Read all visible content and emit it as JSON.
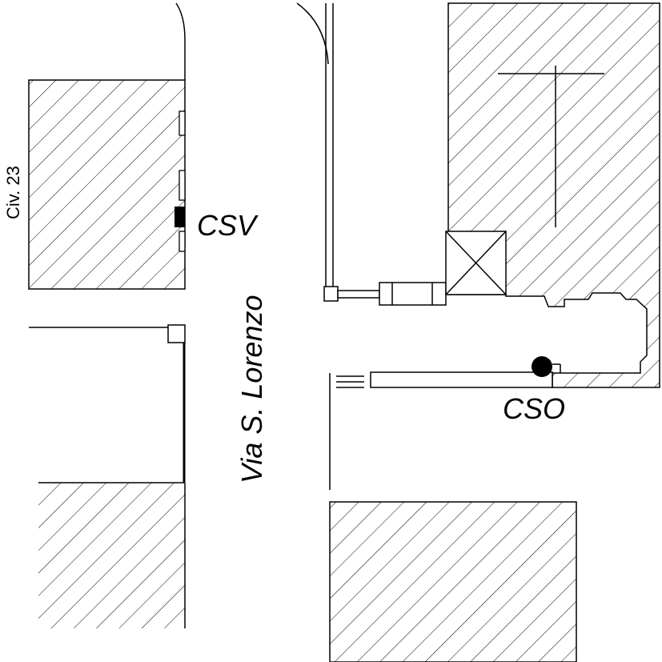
{
  "labels": {
    "civic_number": "Civ. 23",
    "csv": "CSV",
    "street": "Via S. Lorenzo",
    "cso": "CSO"
  },
  "colors": {
    "ink": "#000000",
    "paper": "#ffffff"
  }
}
